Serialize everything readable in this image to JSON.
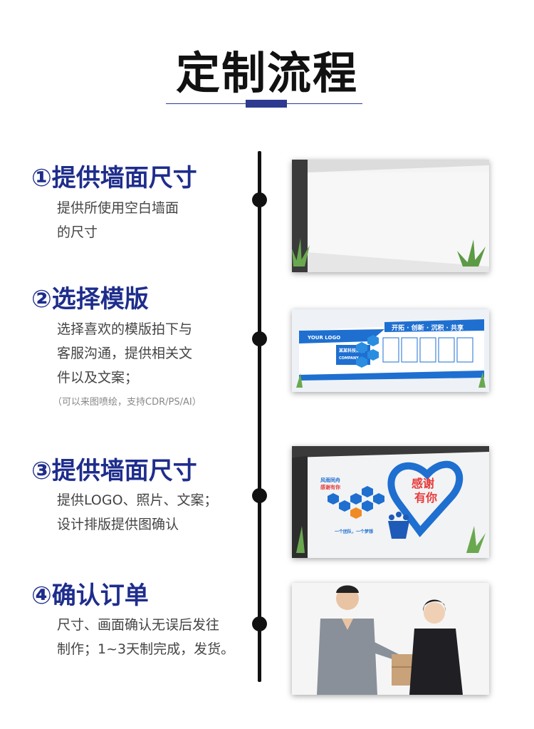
{
  "header": {
    "title": "定制流程"
  },
  "steps": [
    {
      "title": "①提供墙面尺寸",
      "desc": [
        "提供所使用空白墙面",
        "的尺寸"
      ]
    },
    {
      "title": "②选择模版",
      "desc": [
        "选择喜欢的模版拍下与",
        "客服沟通，提供相关文",
        "件以及文案；"
      ],
      "note": "（可以来图喷绘，支持CDR/PS/AI）"
    },
    {
      "title": "③提供墙面尺寸",
      "desc": [
        "提供LOGO、照片、文案；",
        "设计排版提供图确认"
      ]
    },
    {
      "title": "④确认订单",
      "desc": [
        "尺寸、画面确认无误后发往",
        "制作；1~3天制完成，发货。"
      ]
    }
  ],
  "images": {
    "template": {
      "banner": "开拓 · 创新 · 沉积 · 共享",
      "logo": "YOUR LOGO",
      "company": "某某科技集团",
      "company_en": "COMPANY"
    },
    "wall": {
      "heart_line1": "感谢",
      "heart_line2": "有你",
      "left_line1": "风雨同舟",
      "left_line2": "感谢有你",
      "footer": "一个团队，一个梦想"
    }
  },
  "colors": {
    "accent": "#1e2d8c",
    "timeline": "#111111",
    "wall_blue": "#1e6fd0"
  }
}
